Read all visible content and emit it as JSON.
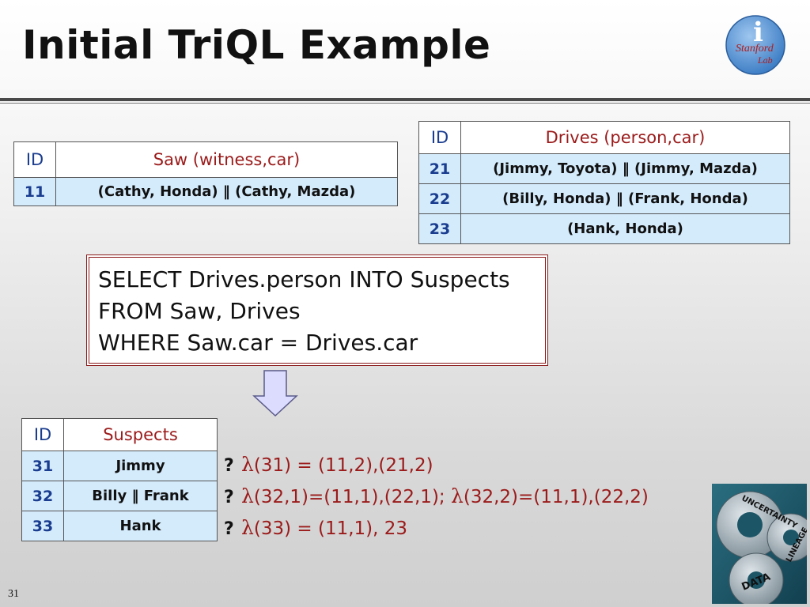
{
  "slide": {
    "title": "Initial TriQL Example",
    "number": "31"
  },
  "logo": {
    "big_letter": "i",
    "word1": "Stanford",
    "word2": "Lab"
  },
  "saw_table": {
    "headers": [
      "ID",
      "Saw (witness,car)"
    ],
    "rows": [
      {
        "id": "11",
        "value": "(Cathy, Honda) ‖ (Cathy, Mazda)"
      }
    ]
  },
  "drives_table": {
    "headers": [
      "ID",
      "Drives (person,car)"
    ],
    "rows": [
      {
        "id": "21",
        "value": "(Jimmy, Toyota) ‖ (Jimmy, Mazda)"
      },
      {
        "id": "22",
        "value": "(Billy, Honda) ‖ (Frank, Honda)"
      },
      {
        "id": "23",
        "value": "(Hank, Honda)"
      }
    ]
  },
  "query": {
    "lines": [
      "SELECT Drives.person INTO Suspects",
      "FROM Saw, Drives",
      "WHERE Saw.car = Drives.car"
    ]
  },
  "suspects_table": {
    "headers": [
      "ID",
      "Suspects"
    ],
    "rows": [
      {
        "id": "31",
        "value": "Jimmy"
      },
      {
        "id": "32",
        "value": "Billy ‖ Frank"
      },
      {
        "id": "33",
        "value": "Hank"
      }
    ]
  },
  "lineage": [
    {
      "mark": "?",
      "parts": [
        {
          "lam": "λ",
          "text": "(31) = (11,2),(21,2)"
        }
      ]
    },
    {
      "mark": "?",
      "parts": [
        {
          "lam": "λ",
          "text": "(32,1)=(11,1),(22,1); "
        },
        {
          "lam": "λ",
          "text": "(32,2)=(11,1),(22,2)"
        }
      ]
    },
    {
      "mark": "?",
      "parts": [
        {
          "lam": "λ",
          "text": "(33) = (11,1), 23"
        }
      ]
    }
  ],
  "gears_image": {
    "labels": [
      "UNCERTAINTY",
      "LINEAGE",
      "DATA"
    ]
  },
  "colors": {
    "header_red": "#9b1a1a",
    "id_blue": "#1a3d8f",
    "row_fill": "#d4ebfc",
    "arrow_fill": "#dcdcff"
  }
}
